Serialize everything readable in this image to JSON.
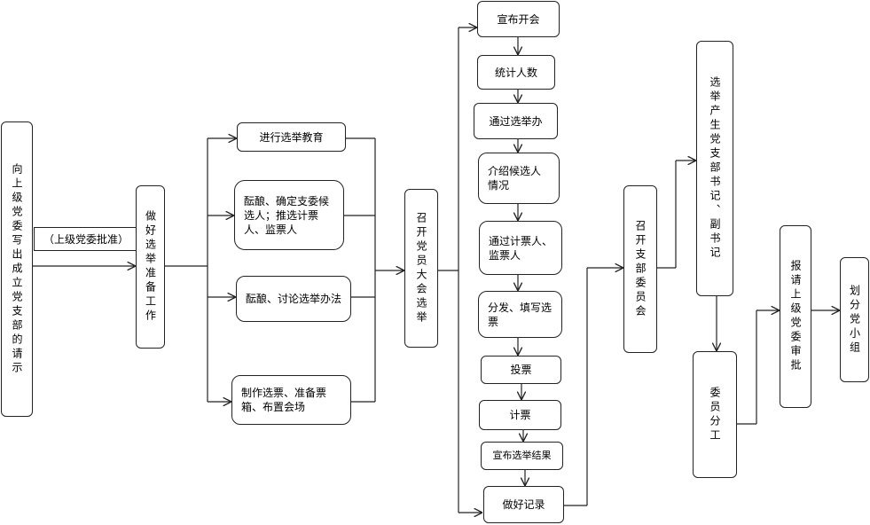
{
  "diagram": {
    "request": "向上级党委写出成立党支部的请示",
    "approval_note": "（上级党委批准）",
    "prepare": "做好选举准备工作",
    "prep_tasks": [
      "进行选举教育",
      "酝酿、确定支委候选人；推选计票人、监票人",
      "酝酿、讨论选举办法",
      "制作选票、准备票箱、布置会场"
    ],
    "congress": "召开党员大会选举",
    "election_steps": [
      "宣布开会",
      "统计人数",
      "通过选举办",
      "介绍候选人情况",
      "通过计票人、监票人",
      "分发、填写选票",
      "投票",
      "计票",
      "宣布选举结果",
      "做好记录"
    ],
    "committee_meeting": "召开支部委员会",
    "elect_secretary": "选举产生党支部书记、副书记",
    "division": "委员分工",
    "report": "报请上级党委审批",
    "groups": "划分党小组"
  }
}
